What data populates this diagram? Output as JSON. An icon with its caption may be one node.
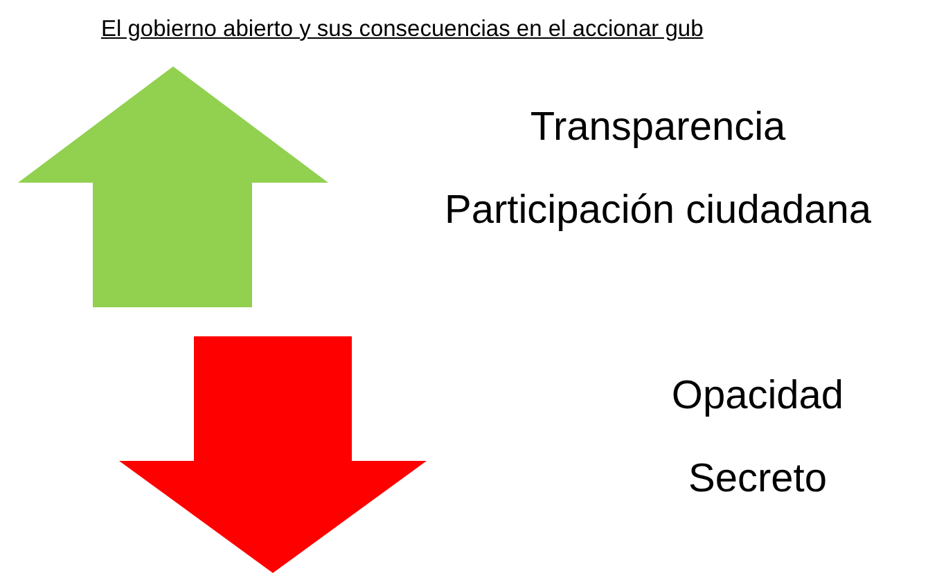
{
  "diagram": {
    "title": "El gobierno abierto y sus consecuencias en el accionar gub",
    "labels": [
      "Transparencia",
      "Participación ciudadana",
      "Opacidad",
      "Secreto"
    ]
  }
}
